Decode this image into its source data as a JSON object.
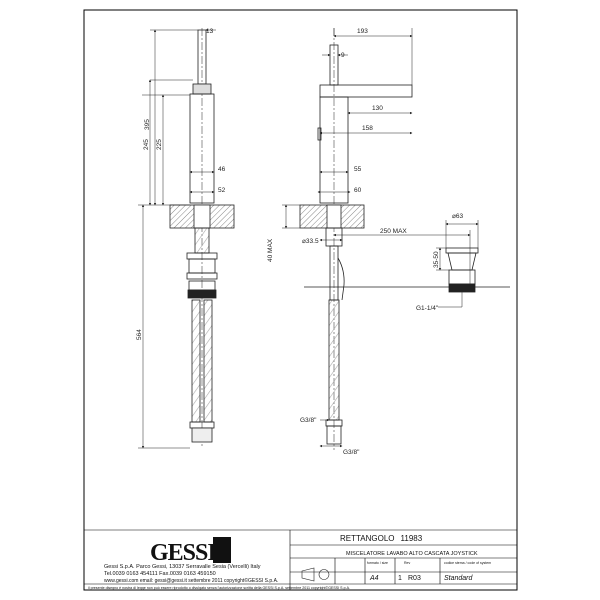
{
  "dimensions": {
    "left_view": {
      "top_width": "13",
      "height_total": "395",
      "height_245": "245",
      "height_225": "225",
      "width_46": "46",
      "width_52": "52",
      "hose_length": "564"
    },
    "side_view": {
      "overall_width": "193",
      "handle_thickness": "9",
      "spout_130": "130",
      "spout_158": "158",
      "width_55": "55",
      "width_60": "60",
      "max_deck": "40 MAX",
      "hole_dia": "33.5",
      "rod_max": "250 MAX",
      "hose_thread": "G3/8\"",
      "connector_thread": "G3/8\""
    },
    "waste": {
      "diameter": "63",
      "height": "35-50",
      "thread": "G1-1/4\""
    }
  },
  "title_block": {
    "product_name": "RETTANGOLO",
    "product_code": "11983",
    "description": "MISCELATORE LAVABO ALTO CASCATA JOYSTICK",
    "company_lines": [
      "Gessi S.p.A. Parco Gessi, 13037 Serravalle Sesia (Vercelli) Italy",
      "Tel.0039 0163 454111 Fax.0039 0163 459150",
      "www.gessi.com  email: gessi@gessi.it  settembre 2011  copyright©GESSI S.p.A."
    ],
    "format_label": "formato / size",
    "format_value": "A4",
    "scale_value": "1",
    "rev_label": "Rev",
    "rev_value": "R03",
    "standard_label": "codice stema / code of system",
    "standard_value": "Standard",
    "footer_note": "il presente disegno è nostra di legge non può essere riprodotto o divulgato senza l'autorizzazione scritta della GESSI S.p.A.    settembre 2011    copyright©GESSI S.p.A."
  }
}
